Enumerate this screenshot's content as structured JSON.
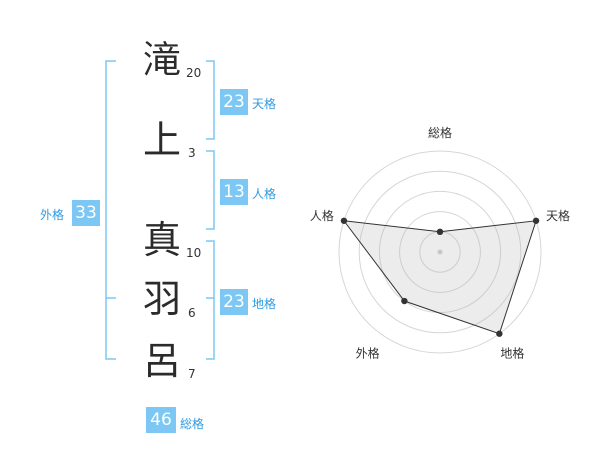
{
  "name": {
    "characters": [
      {
        "char": "滝",
        "strokes": "20"
      },
      {
        "char": "上",
        "strokes": "3"
      },
      {
        "char": "真",
        "strokes": "10"
      },
      {
        "char": "羽",
        "strokes": "6"
      },
      {
        "char": "呂",
        "strokes": "7"
      }
    ]
  },
  "fortunes": {
    "tenkaku": {
      "value": "23",
      "label": "天格"
    },
    "jinkaku": {
      "value": "13",
      "label": "人格"
    },
    "chikaku": {
      "value": "23",
      "label": "地格"
    },
    "gaikaku": {
      "value": "33",
      "label": "外格"
    },
    "soukaku": {
      "value": "46",
      "label": "総格"
    }
  },
  "colors": {
    "accent": "#7cc7f3",
    "label": "#2e9be0",
    "bracket": "#7cc7f3"
  },
  "chart_data": {
    "type": "radar",
    "axes": [
      "総格",
      "天格",
      "地格",
      "外格",
      "人格"
    ],
    "values": [
      1,
      5,
      5,
      3,
      5
    ],
    "max": 5,
    "rings": 5
  }
}
